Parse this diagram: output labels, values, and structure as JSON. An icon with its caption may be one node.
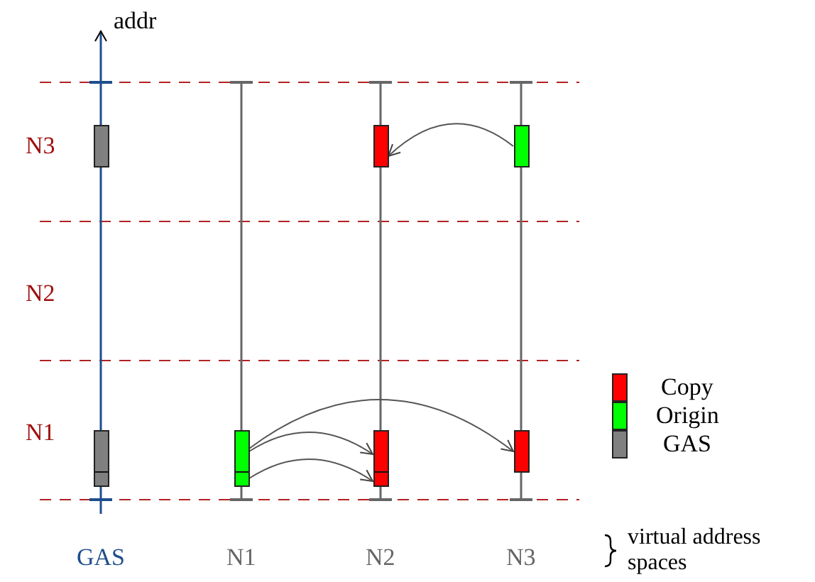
{
  "diagram": {
    "nodes": [
      {
        "text": [],
        "shape": "bar"
      },
      {
        "text": [],
        "shape": "bar"
      },
      {
        "text": [],
        "shape": "bar"
      },
      {
        "text": [],
        "shape": "bar"
      },
      {
        "text": [],
        "shape": "bar"
      },
      {
        "text": [],
        "shape": "bar"
      },
      {
        "text": [],
        "shape": "bar"
      }
    ],
    "edges": [
      {
        "from": 5,
        "to": 3,
        "arrow": "to"
      },
      {
        "from": 2,
        "to": 4,
        "arrow": "to"
      },
      {
        "from": 2,
        "to": 4,
        "arrow": "to"
      },
      {
        "from": 2,
        "to": 6,
        "arrow": "to"
      }
    ],
    "labels": [
      "addr",
      "N3",
      "N2",
      "N1",
      "GAS",
      "N1",
      "N2",
      "N3",
      "virtual address spaces"
    ],
    "legend": [
      {
        "text": "Copy",
        "color": "#ff0000"
      },
      {
        "text": "Origin",
        "color": "#00ff00"
      },
      {
        "text": "GAS",
        "color": "#808080"
      }
    ]
  }
}
